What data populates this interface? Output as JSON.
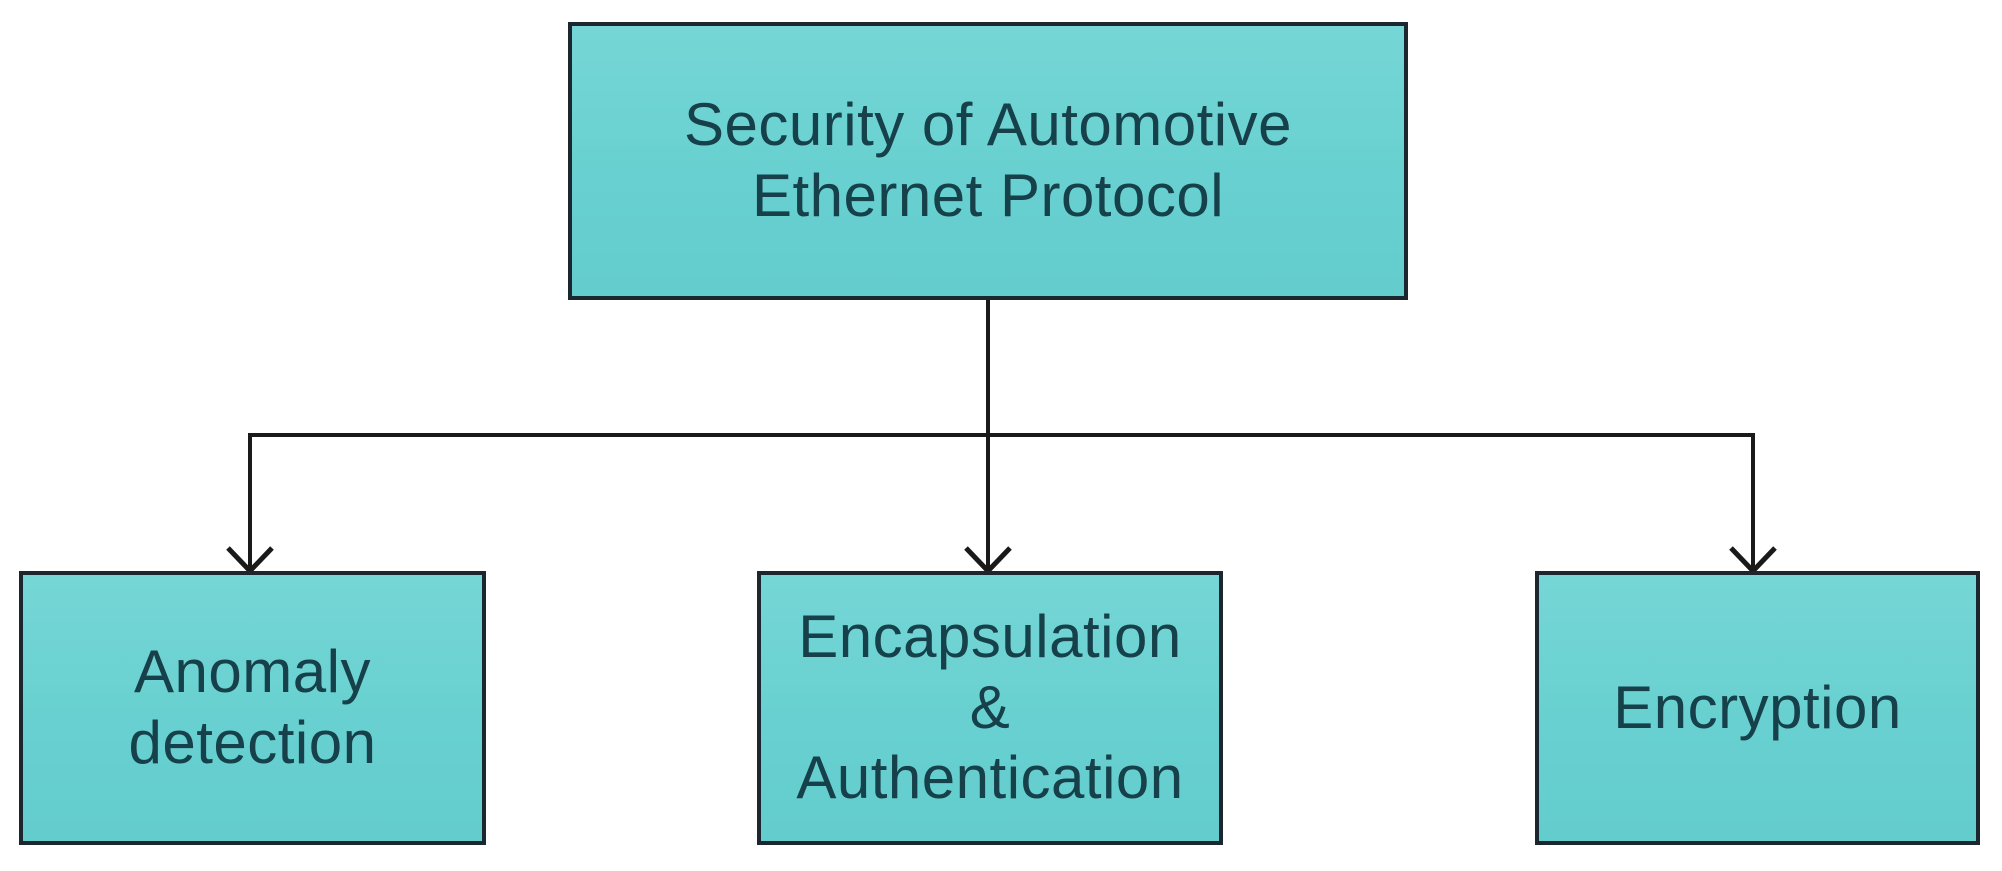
{
  "nodes": {
    "root": {
      "lines": [
        "Security of Automotive",
        "Ethernet Protocol"
      ]
    },
    "children": [
      {
        "lines": [
          "Anomaly",
          "detection"
        ]
      },
      {
        "lines": [
          "Encapsulation",
          "&",
          "Authentication"
        ]
      },
      {
        "lines": [
          "Encryption"
        ]
      }
    ]
  },
  "colors": {
    "box_fill": "#68d0d0",
    "box_border": "#1c262e",
    "text": "#16404a",
    "connector": "#1a1a1a",
    "background": "#ffffff"
  }
}
